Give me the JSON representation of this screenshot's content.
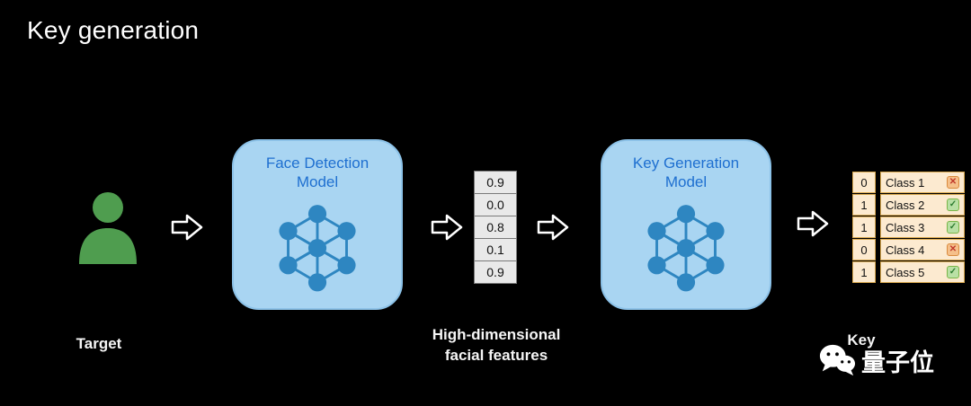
{
  "title": "Key generation",
  "flow": {
    "target": {
      "label": "Target"
    },
    "face_model": {
      "name_line1": "Face Detection",
      "name_line2": "Model"
    },
    "features": {
      "values": [
        "0.9",
        "0.0",
        "0.8",
        "0.1",
        "0.9"
      ],
      "caption_line1": "High-dimensional",
      "caption_line2": "facial features"
    },
    "key_model": {
      "name_line1": "Key Generation",
      "name_line2": "Model"
    },
    "key": {
      "bits": [
        "0",
        "1",
        "1",
        "0",
        "1"
      ],
      "classes": [
        {
          "label": "Class 1",
          "status": "x"
        },
        {
          "label": "Class 2",
          "status": "check"
        },
        {
          "label": "Class 3",
          "status": "check"
        },
        {
          "label": "Class 4",
          "status": "x"
        },
        {
          "label": "Class 5",
          "status": "check"
        }
      ],
      "caption": "Key"
    }
  },
  "watermark": {
    "text": "量子位"
  },
  "colors": {
    "background": "#000000",
    "box-bg": "#a9d5f2",
    "box-border": "#8cc2e8",
    "box-title": "#1e6fd0",
    "node-blue": "#2e86c1",
    "person-green": "#4f9d4f",
    "vector-bg": "#e9e9e9",
    "vector-border": "#7a7a7a",
    "key-bg": "#fcead0",
    "key-border": "#d9a84e",
    "check-green": "#2e7d32",
    "x-red": "#c0392b"
  }
}
